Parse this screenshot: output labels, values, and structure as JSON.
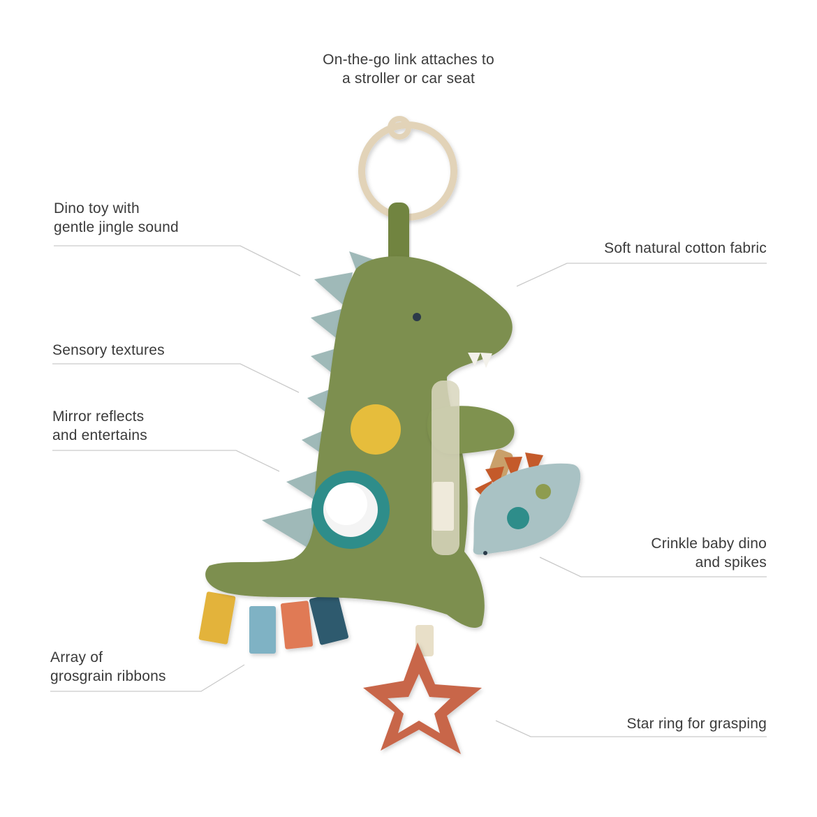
{
  "callouts": {
    "link": {
      "line1": "On-the-go link attaches to",
      "line2": "a stroller or car seat"
    },
    "dino_toy": {
      "line1": "Dino toy with",
      "line2": "gentle jingle sound"
    },
    "fabric": {
      "line1": "Soft natural cotton fabric"
    },
    "textures": {
      "line1": "Sensory textures"
    },
    "mirror": {
      "line1": "Mirror reflects",
      "line2": "and entertains"
    },
    "crinkle": {
      "line1": "Crinkle baby dino",
      "line2": "and spikes"
    },
    "ribbons": {
      "line1": "Array of",
      "line2": "grosgrain ribbons"
    },
    "star": {
      "line1": "Star ring for grasping"
    }
  },
  "colors": {
    "dino_green": "#7d8f4f",
    "spike_blue": "#9fb9b8",
    "yellow_patch": "#e6bd3c",
    "mirror_ring": "#2e8d8a",
    "star_ring": "#c8664a",
    "link_ring": "#e2d3b8",
    "baby_dino": "#a9c2c4",
    "baby_spikes": "#c45a2c",
    "ribbons": [
      "#e3b33a",
      "#7fb2c4",
      "#e07a55",
      "#2f5a6e"
    ],
    "leader_line": "#c9c9c9"
  }
}
